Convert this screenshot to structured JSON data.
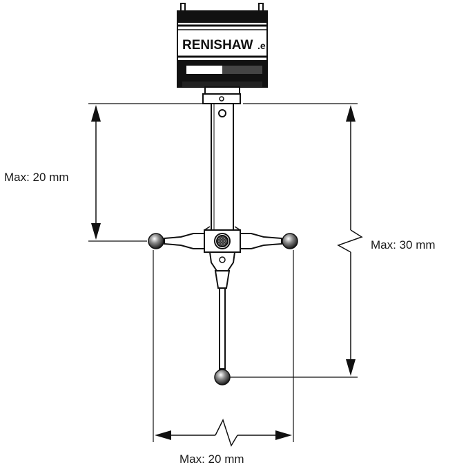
{
  "brand": {
    "name": "RENISHAW",
    "suffix": ".e"
  },
  "dimensions": {
    "upper_left": "Max:  20 mm",
    "right": "Max:  30 mm",
    "bottom": "Max:  20 mm"
  },
  "colors": {
    "ink": "#111111",
    "background": "#ffffff"
  }
}
